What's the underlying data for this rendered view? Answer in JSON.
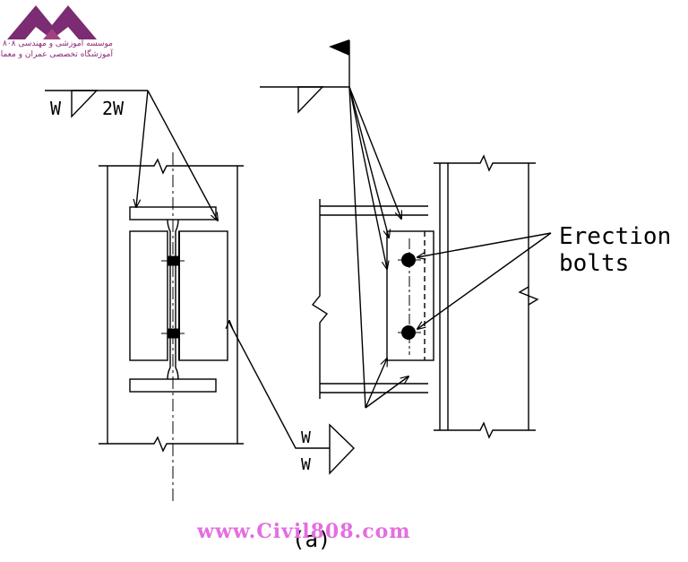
{
  "logo": {
    "line1": "موسسه آموزشی و مهندسی ۸۰۸",
    "line2": "آموزشگاه تخصصی عمران و معماری",
    "colors": [
      "#7b2c72",
      "#a3407f"
    ]
  },
  "labels": {
    "weld_top_left": "W",
    "weld_top_right": "2W",
    "weld_bottom_1": "W",
    "weld_bottom_2": "W",
    "erection_line1": "Erection",
    "erection_line2": "bolts",
    "caption": "(a)"
  },
  "watermark": "www.Civil808.com"
}
